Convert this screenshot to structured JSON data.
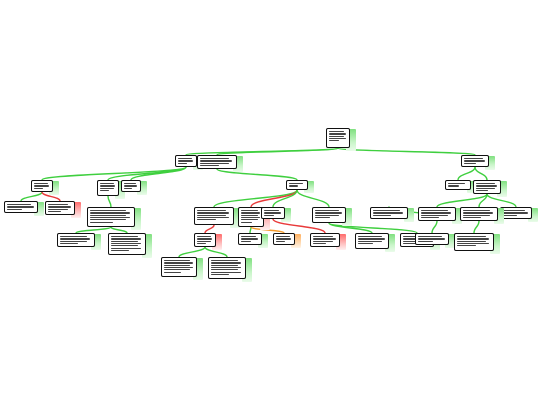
{
  "colors": {
    "green": "#3fcf3f",
    "red": "#e83a3a",
    "orange": "#f39a2b",
    "border": "#111111"
  },
  "nodes": [
    {
      "id": "root"
    },
    {
      "id": "a1"
    },
    {
      "id": "a2"
    },
    {
      "id": "a3"
    },
    {
      "id": "b1"
    },
    {
      "id": "b2"
    },
    {
      "id": "b3"
    },
    {
      "id": "b4"
    },
    {
      "id": "b5"
    },
    {
      "id": "b6"
    },
    {
      "id": "b7"
    },
    {
      "id": "b8"
    },
    {
      "id": "c1"
    },
    {
      "id": "c2"
    },
    {
      "id": "c3"
    },
    {
      "id": "c4"
    },
    {
      "id": "c5"
    },
    {
      "id": "c6"
    },
    {
      "id": "c7"
    },
    {
      "id": "c8"
    },
    {
      "id": "c9"
    },
    {
      "id": "d1"
    },
    {
      "id": "d2"
    },
    {
      "id": "d3"
    },
    {
      "id": "d4"
    },
    {
      "id": "d5"
    },
    {
      "id": "d6"
    },
    {
      "id": "d7"
    },
    {
      "id": "d8"
    },
    {
      "id": "d9"
    },
    {
      "id": "d10"
    },
    {
      "id": "d11"
    },
    {
      "id": "e1"
    },
    {
      "id": "e2"
    },
    {
      "id": "e3"
    }
  ],
  "edges": [
    {
      "from": "root",
      "to": "a1",
      "status": "green"
    },
    {
      "from": "root",
      "to": "a2",
      "status": "green"
    },
    {
      "from": "root",
      "to": "a3",
      "status": "green"
    },
    {
      "from": "a1",
      "to": "b1",
      "status": "green"
    },
    {
      "from": "a1",
      "to": "b2",
      "status": "green"
    },
    {
      "from": "a1",
      "to": "b3",
      "status": "green"
    },
    {
      "from": "a2",
      "to": "b4",
      "status": "green"
    },
    {
      "from": "a3",
      "to": "b5",
      "status": "green"
    },
    {
      "from": "a3",
      "to": "b6",
      "status": "green"
    },
    {
      "from": "b1",
      "to": "c1",
      "status": "green"
    },
    {
      "from": "b1",
      "to": "c2",
      "status": "red"
    },
    {
      "from": "b2",
      "to": "c3",
      "status": "green"
    },
    {
      "from": "b4",
      "to": "c4",
      "status": "green"
    },
    {
      "from": "b4",
      "to": "c5",
      "status": "red"
    },
    {
      "from": "b4",
      "to": "c6",
      "status": "green"
    },
    {
      "from": "b4",
      "to": "c7",
      "status": "green"
    },
    {
      "from": "b6",
      "to": "c8",
      "status": "green"
    },
    {
      "from": "b6",
      "to": "c9",
      "status": "green"
    },
    {
      "from": "b6",
      "to": "b7",
      "status": "green"
    },
    {
      "from": "c3",
      "to": "d1",
      "status": "green"
    },
    {
      "from": "c3",
      "to": "d2",
      "status": "green"
    },
    {
      "from": "c4",
      "to": "d3",
      "status": "red"
    },
    {
      "from": "c5",
      "to": "d4",
      "status": "green"
    },
    {
      "from": "c5",
      "to": "d5",
      "status": "orange"
    },
    {
      "from": "c6",
      "to": "d6",
      "status": "red"
    },
    {
      "from": "c7",
      "to": "d7",
      "status": "green"
    },
    {
      "from": "c7",
      "to": "d8",
      "status": "green"
    },
    {
      "from": "c8",
      "to": "d9",
      "status": "green"
    },
    {
      "from": "c9",
      "to": "d10",
      "status": "green"
    },
    {
      "from": "c9",
      "to": "d11",
      "status": "green"
    },
    {
      "from": "d3",
      "to": "e1",
      "status": "green"
    },
    {
      "from": "d3",
      "to": "e2",
      "status": "green"
    }
  ]
}
